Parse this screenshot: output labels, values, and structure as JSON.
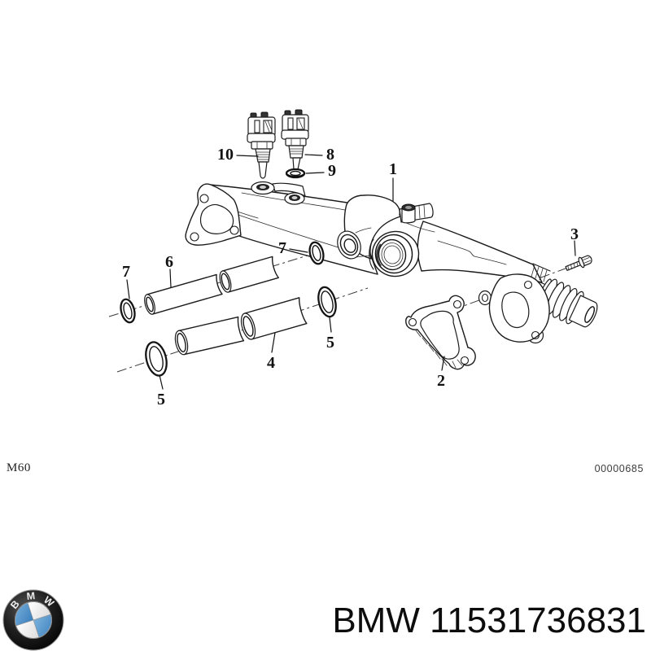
{
  "diagram": {
    "model_code": "M60",
    "image_code": "00000685",
    "callouts": [
      {
        "label": "10"
      },
      {
        "label": "8"
      },
      {
        "label": "9"
      },
      {
        "label": "1"
      },
      {
        "label": "3"
      },
      {
        "label": "7"
      },
      {
        "label": "6"
      },
      {
        "label": "7"
      },
      {
        "label": "5"
      },
      {
        "label": "4"
      },
      {
        "label": "5"
      },
      {
        "label": "2"
      }
    ]
  },
  "footer": {
    "logo_letters": [
      "B",
      "M",
      "W"
    ],
    "part_label": "BMW 11531736831"
  },
  "colors": {
    "line_color": "#1b1b1b",
    "background": "#ffffff",
    "bmw_blue": "#4d94cc",
    "text_color": "#000000"
  }
}
